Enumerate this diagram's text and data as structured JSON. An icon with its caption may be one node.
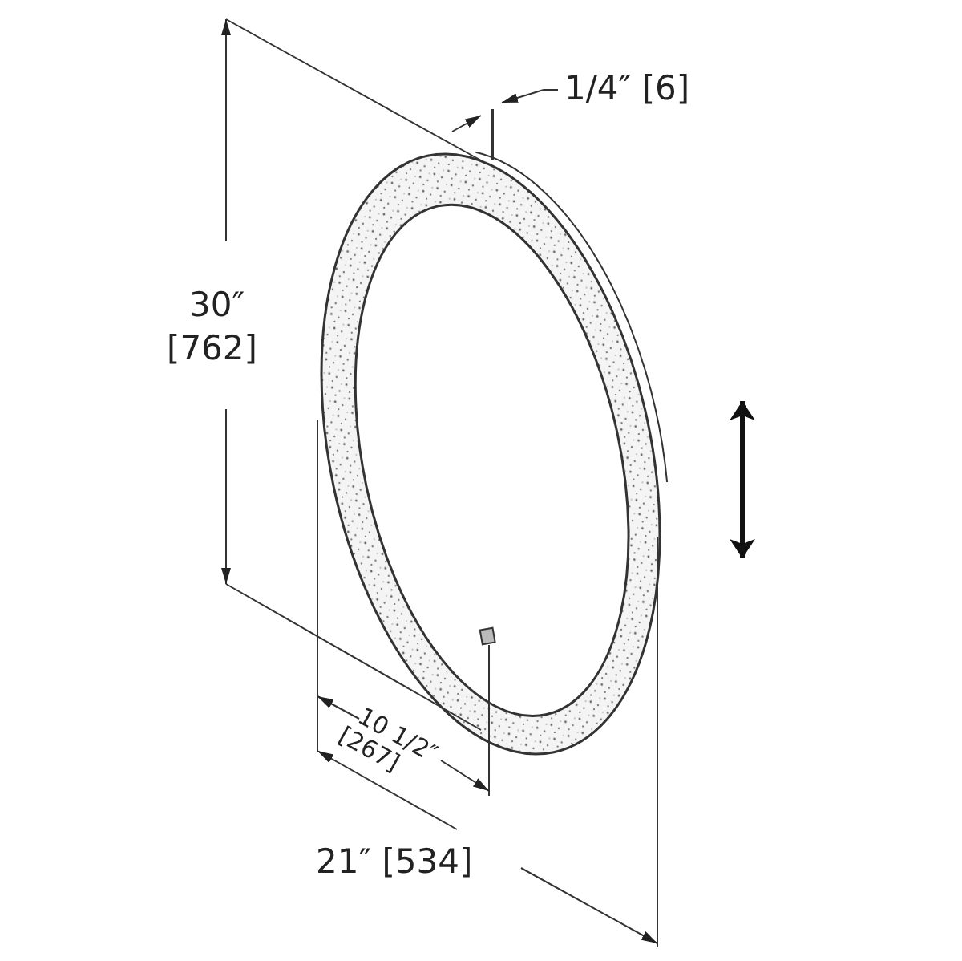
{
  "diagram": {
    "labels": [
      "1/4″ [6]",
      "30″",
      "[762]",
      "10 1/2″",
      "[267]",
      "21″ [534]"
    ]
  }
}
